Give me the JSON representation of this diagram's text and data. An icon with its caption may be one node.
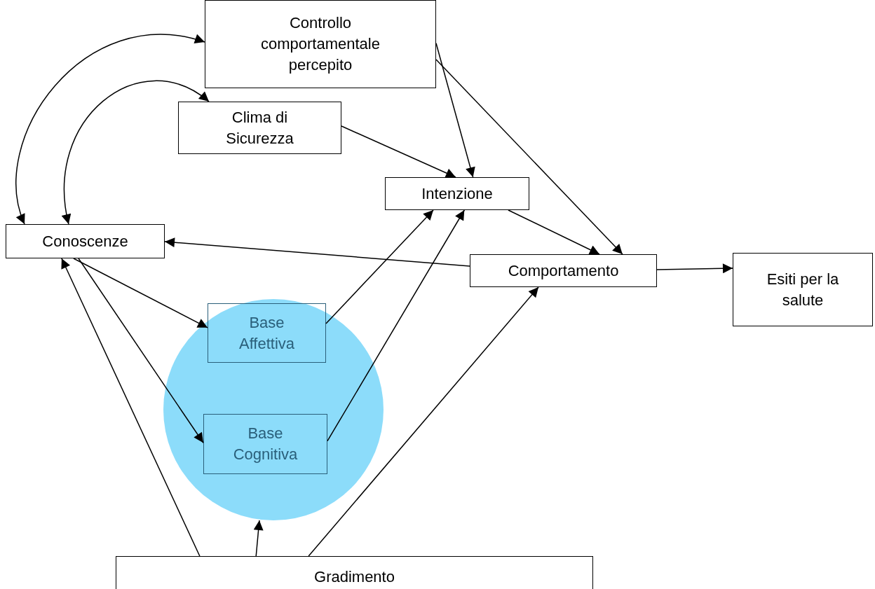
{
  "diagram": {
    "nodes": [
      {
        "text": [
          "Controllo comportamentale percepito"
        ]
      },
      {
        "text": [
          "Clima di Sicurezza"
        ]
      },
      {
        "text": [
          "Intenzione"
        ]
      },
      {
        "text": [
          "Conoscenze"
        ]
      },
      {
        "text": [],
        "shape": "circle"
      },
      {
        "text": [
          "Base Affettiva"
        ],
        "in": 4
      },
      {
        "text": [
          "Base Cognitiva"
        ],
        "in": 4
      },
      {
        "text": [
          "Comportamento"
        ]
      },
      {
        "text": [
          "Esiti per la salute"
        ]
      },
      {
        "text": [
          "Gradimento"
        ]
      }
    ],
    "edges": [
      {
        "from": 0,
        "to": 3,
        "arrow": "both"
      },
      {
        "from": 1,
        "to": 3,
        "arrow": "both"
      },
      {
        "from": 1,
        "to": 2,
        "arrow": "to"
      },
      {
        "from": 0,
        "to": 2,
        "arrow": "to"
      },
      {
        "from": 0,
        "to": 7,
        "arrow": "to"
      },
      {
        "from": 2,
        "to": 7,
        "arrow": "to"
      },
      {
        "from": 7,
        "to": 3,
        "arrow": "to"
      },
      {
        "from": 7,
        "to": 8,
        "arrow": "to"
      },
      {
        "from": 3,
        "to": 5,
        "arrow": "to"
      },
      {
        "from": 3,
        "to": 6,
        "arrow": "to"
      },
      {
        "from": 5,
        "to": 2,
        "arrow": "to"
      },
      {
        "from": 6,
        "to": 2,
        "arrow": "to"
      },
      {
        "from": 9,
        "to": 3,
        "arrow": "to"
      },
      {
        "from": 9,
        "to": 4,
        "arrow": "to"
      },
      {
        "from": 9,
        "to": 7,
        "arrow": "to"
      }
    ]
  }
}
